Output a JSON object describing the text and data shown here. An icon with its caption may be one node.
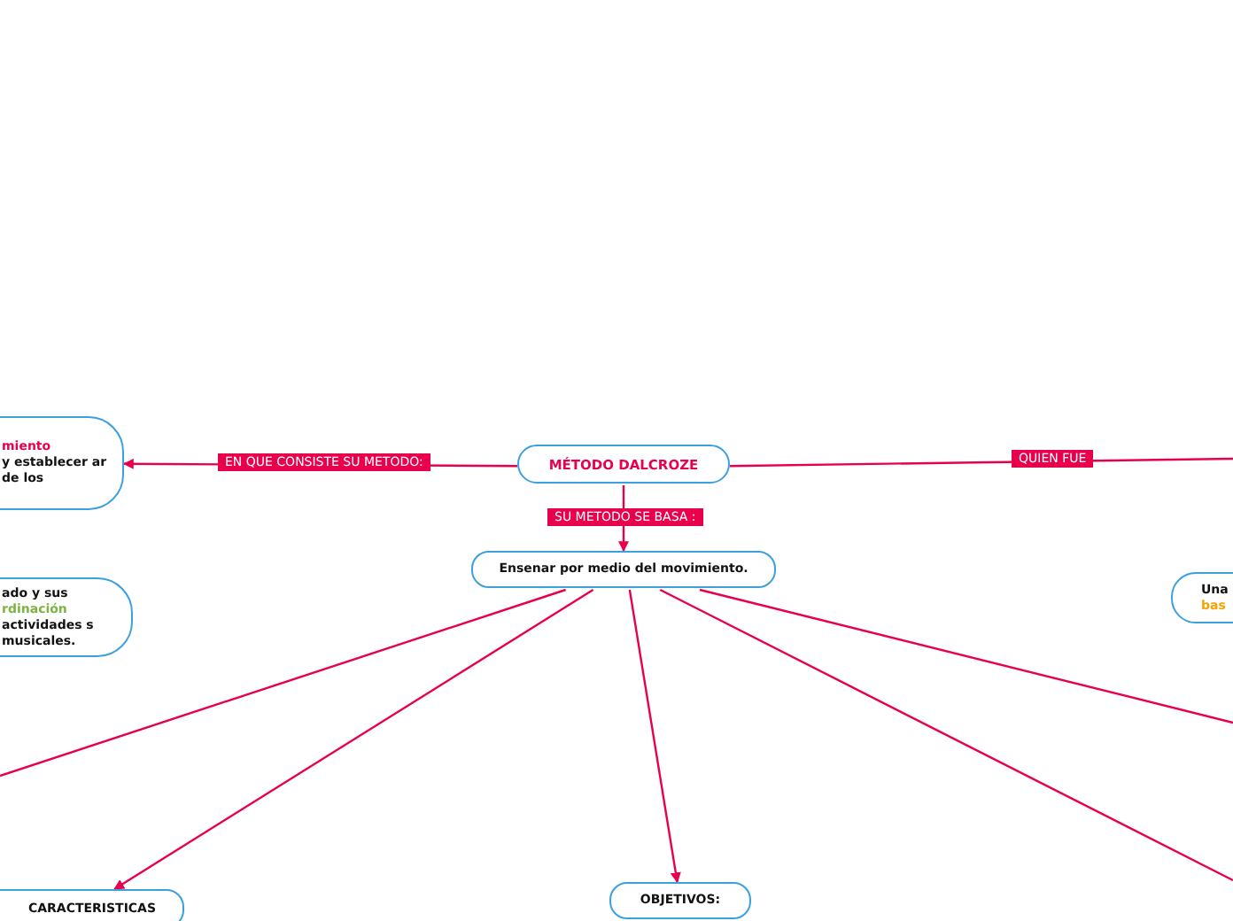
{
  "diagram": {
    "nodes": [
      {
        "text": [
          "MÉTODO  DALCROZE"
        ]
      },
      {
        "text": [
          "miento",
          "y establecer ar de los"
        ]
      },
      {
        "text": [
          "ado y sus",
          "rdinación",
          "actividades s musicales."
        ]
      },
      {
        "text": [
          "Una",
          "bas"
        ]
      },
      {
        "text": [
          "Ensenar por medio del movimiento."
        ]
      },
      {
        "text": [
          "OBJETIVOS:"
        ]
      },
      {
        "text": [
          "CARACTERISTICAS"
        ]
      }
    ],
    "edges": [
      {
        "from": 0,
        "to": 1,
        "arrow": "to",
        "label": "EN QUE CONSISTE SU METODO:"
      },
      {
        "from": 0,
        "to": null,
        "arrow": "none",
        "label": "QUIEN FUE"
      },
      {
        "from": 0,
        "to": 4,
        "arrow": "to",
        "label": "SU METODO SE BASA :"
      },
      {
        "from": 4,
        "to": null,
        "arrow": "none"
      },
      {
        "from": 4,
        "to": 6,
        "arrow": "to"
      },
      {
        "from": 4,
        "to": 5,
        "arrow": "to"
      },
      {
        "from": 4,
        "to": null,
        "arrow": "none"
      },
      {
        "from": 4,
        "to": null,
        "arrow": "none"
      }
    ]
  }
}
